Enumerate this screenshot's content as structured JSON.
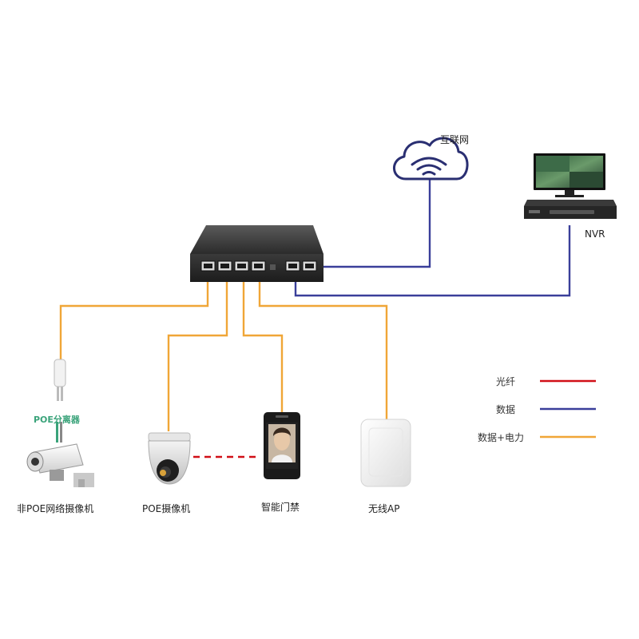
{
  "colors": {
    "fiber": "#d10f17",
    "data": "#3a3f9a",
    "data_power": "#f0a637"
  },
  "labels": {
    "internet": "互联网",
    "nvr": "NVR",
    "poe_splitter": "POE分离器",
    "non_poe_camera": "非POE网络摄像机",
    "poe_camera": "POE摄像机",
    "access_control": "智能门禁",
    "wireless_ap": "无线AP"
  },
  "legend": {
    "fiber": "光纤",
    "data": "数据",
    "data_power": "数据+电力"
  },
  "icons": {
    "cloud": "cloud-wifi-icon",
    "switch": "poe-switch-icon",
    "nvr": "nvr-monitor-icon",
    "camera_bullet": "bullet-camera-icon",
    "camera_dome": "dome-camera-icon",
    "access": "face-access-terminal-icon",
    "ap": "wireless-ap-icon"
  }
}
